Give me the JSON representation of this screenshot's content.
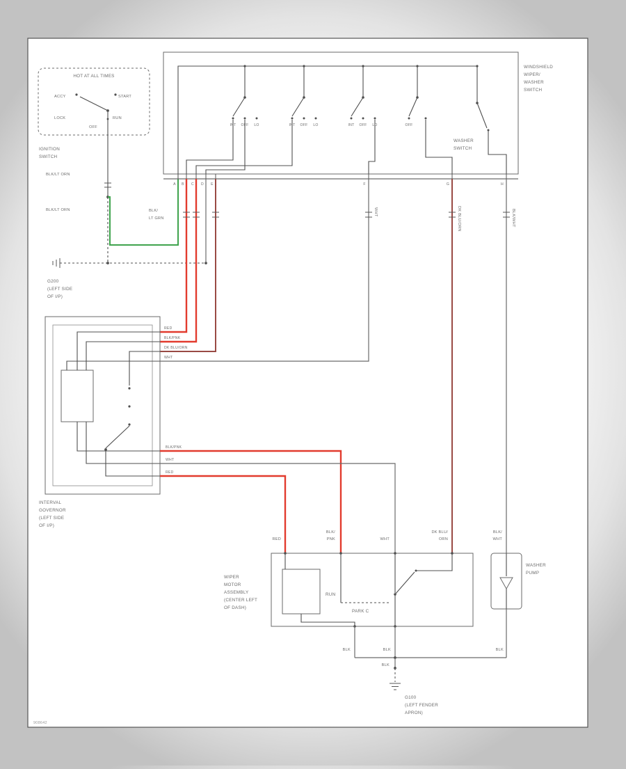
{
  "sheet": {
    "code": "908642"
  },
  "ignition_switch": {
    "hot_label": "HOT AT ALL TIMES",
    "title": [
      "IGNITION",
      "SWITCH"
    ],
    "positions": {
      "accy": "ACCY",
      "start": "START",
      "lock": "LOCK",
      "run": "RUN",
      "off": "OFF"
    }
  },
  "wiper_switch": {
    "title": [
      "WINDSHIELD",
      "WIPER/",
      "WASHER",
      "SWITCH"
    ],
    "washer_switch_label": [
      "WASHER",
      "SWITCH"
    ],
    "wafers": [
      {
        "positions": [
          "INT",
          "OFF",
          "LO"
        ]
      },
      {
        "positions": [
          "INT",
          "OFF",
          "LO"
        ]
      },
      {
        "positions": [
          "INT",
          "OFF",
          "LO"
        ]
      },
      {
        "positions": [
          "OFF"
        ]
      }
    ],
    "terminals": [
      "A",
      "B",
      "C",
      "D",
      "E",
      "F",
      "G",
      "H"
    ]
  },
  "governor": {
    "title": [
      "INTERVAL",
      "GOVERNOR",
      "(LEFT SIDE",
      "OF I/P)"
    ]
  },
  "wiper_motor": {
    "title": [
      "WIPER",
      "MOTOR",
      "ASSEMBLY",
      "(CENTER LEFT",
      "OF DASH)"
    ],
    "run_label": "RUN",
    "park_label": "PARK C"
  },
  "washer_pump": {
    "title": [
      "WASHER",
      "PUMP"
    ]
  },
  "grounds": {
    "g200": [
      "G200",
      "(LEFT SIDE",
      "OF I/P)"
    ],
    "g100": [
      "G100",
      "(LEFT FENDER",
      "APRON)"
    ]
  },
  "wires": {
    "blk_lt_orn": "BLK/LT ORN",
    "blk_lt_grn": [
      "BLK/",
      "LT GRN"
    ],
    "red": "RED",
    "blk_pnk": "BLK/PNK",
    "blk_pnk_2l": [
      "BLK/",
      "PNK"
    ],
    "wht": "WHT",
    "dk_blu_orn": "DK BLU/ORN",
    "dk_blu_orn_2l": [
      "DK BLU/",
      "ORN"
    ],
    "blk_wht": "BLK/WHT",
    "blk_wht_2l": [
      "BLK/",
      "WHT"
    ],
    "blk": "BLK"
  }
}
